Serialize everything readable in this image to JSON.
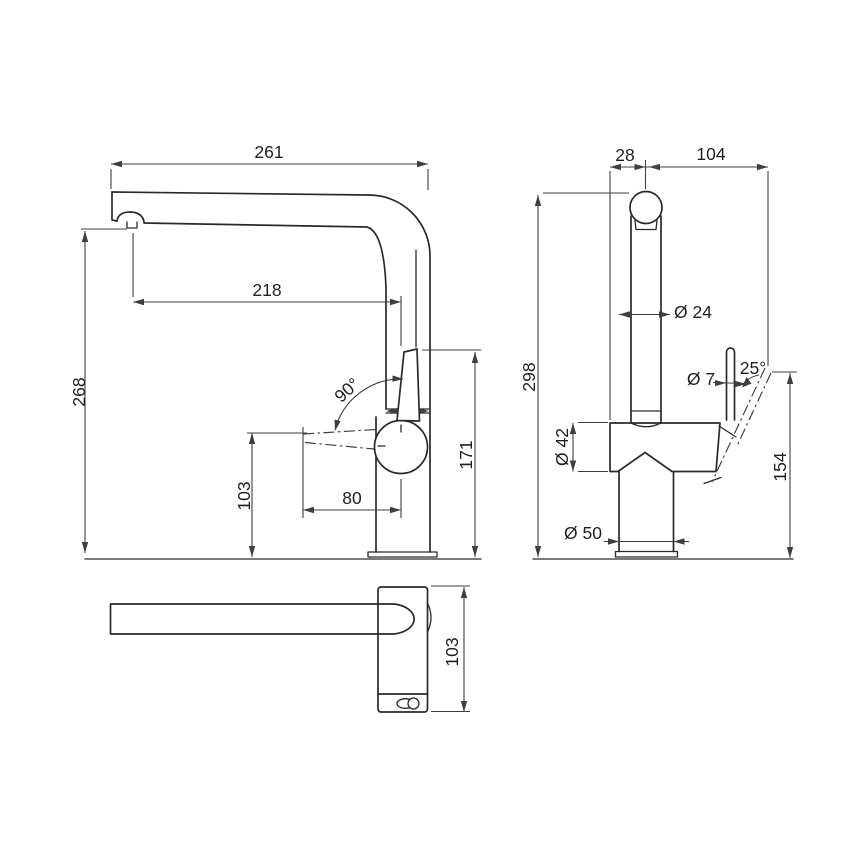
{
  "colors": {
    "part": "#2a2a2a",
    "dim": "#3f3f3f",
    "txt": "#1f1f1f",
    "background": "#ffffff"
  },
  "views": {
    "side": {
      "dims": {
        "reach_total": "261",
        "reach_aerator": "218",
        "height_aerator": "268",
        "handle_swing_angle": "90°",
        "handle_height": "103",
        "handle_length": "80",
        "height_body_top": "171"
      }
    },
    "front": {
      "dims": {
        "spout_offset": "28",
        "handle_reach": "104",
        "height_total": "298",
        "spout_tube_diameter": "Ø 24",
        "handle_rod_diameter": "Ø 7",
        "handle_tilt_angle": "25°",
        "body_diameter": "Ø 42",
        "handle_tip_height": "154",
        "base_diameter": "Ø 50"
      }
    },
    "top": {
      "dims": {
        "body_depth": "103"
      }
    }
  }
}
